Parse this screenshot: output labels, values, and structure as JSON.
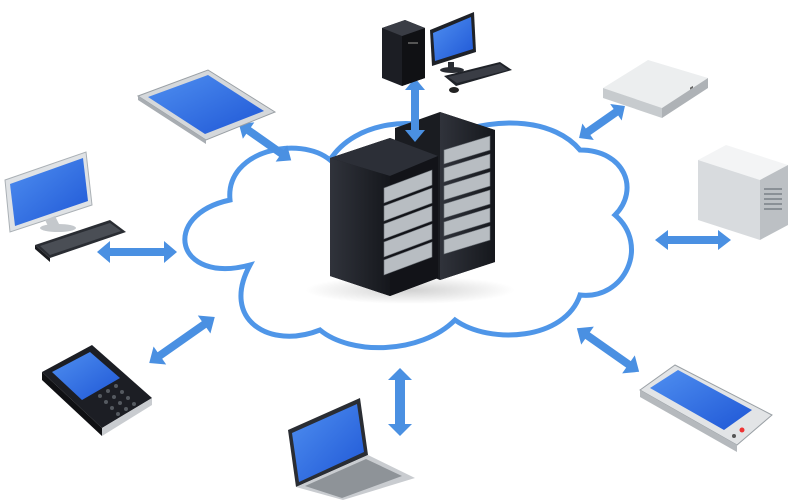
{
  "diagram": {
    "type": "cloud-network",
    "center": {
      "name": "server-racks",
      "rack_count": 2
    },
    "connection_style": "double-headed arrows",
    "devices": [
      {
        "name": "desktop-computer"
      },
      {
        "name": "network-appliance"
      },
      {
        "name": "tower-server"
      },
      {
        "name": "smartphone-right"
      },
      {
        "name": "laptop"
      },
      {
        "name": "blackberry-phone"
      },
      {
        "name": "monitor-with-keyboard"
      },
      {
        "name": "tablet"
      }
    ]
  },
  "colors": {
    "cloud_stroke": "#4f96e8",
    "arrow": "#4a90e2",
    "screen": "#2f6fe4",
    "rack": "#1c1e24",
    "rack_panel": "#b8bdc2",
    "device_gray": "#d6d9dc"
  }
}
